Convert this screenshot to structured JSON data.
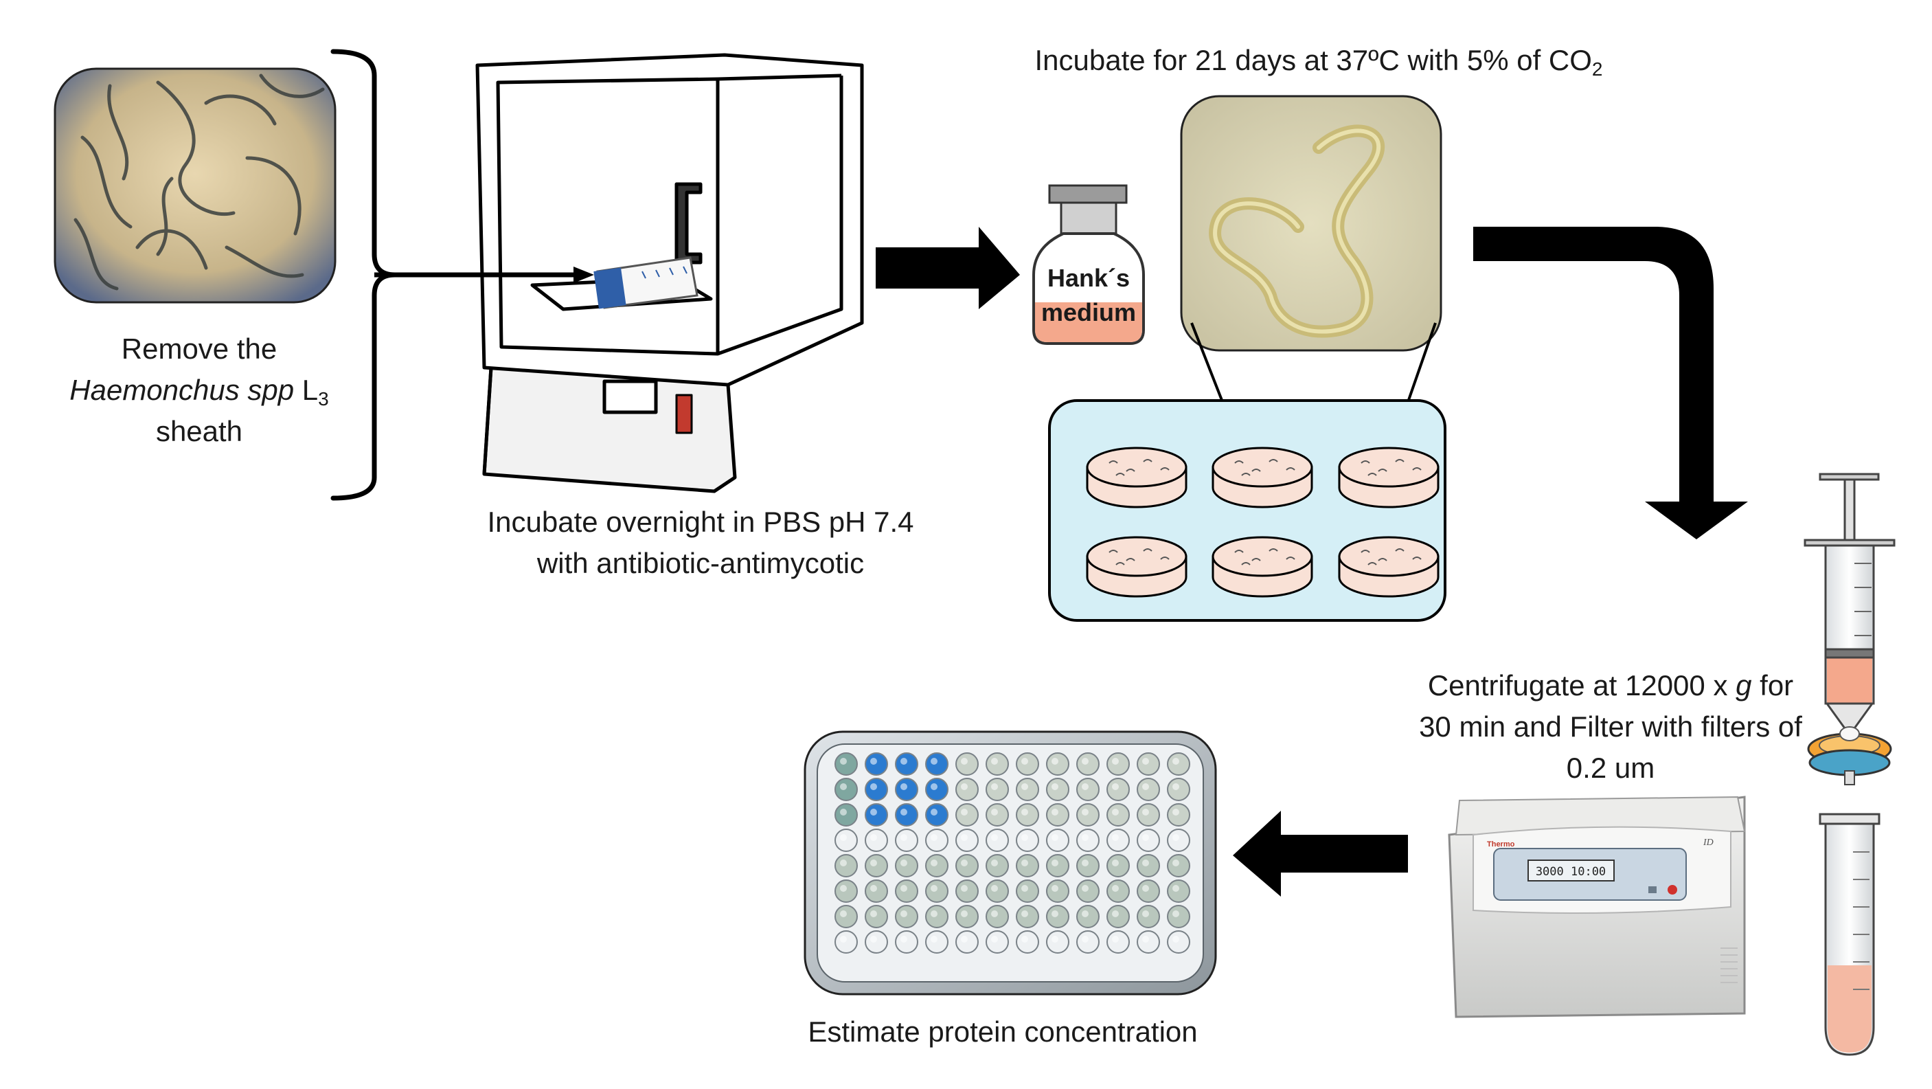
{
  "steps": {
    "sheath": {
      "line1": "Remove the",
      "line2_italic": "Haemonchus spp",
      "line2_rest": " L",
      "line2_sub": "3",
      "line3": "sheath"
    },
    "incubate_overnight": {
      "line1": "Incubate overnight in PBS pH 7.4",
      "line2": "with antibiotic-antimycotic"
    },
    "incubate_21": {
      "text": "Incubate for 21 days at 37ºC with 5% of CO",
      "sub": "2"
    },
    "bottle": {
      "line1": "Hank´s",
      "line2": "medium"
    },
    "centrifuge": {
      "line1_pre": "Centrifugate at 12000 x ",
      "line1_italic": "g",
      "line1_post": " for",
      "line2": "30 min and Filter with filters of",
      "line3": "0.2 um"
    },
    "estimate": {
      "text": "Estimate  protein concentration"
    }
  },
  "centrifuge_display": {
    "brand": "Thermo",
    "model": "ID",
    "readout": "3000  10:00"
  },
  "colors": {
    "arrow": "#000000",
    "medium": "#f4a88c",
    "well_tray": "#d5eff6",
    "dish": "#f9e1d6",
    "worm_bg": "#d7d0a8",
    "larvae_bg": "#c8b68d",
    "blue_well": "#2b7bd0"
  }
}
